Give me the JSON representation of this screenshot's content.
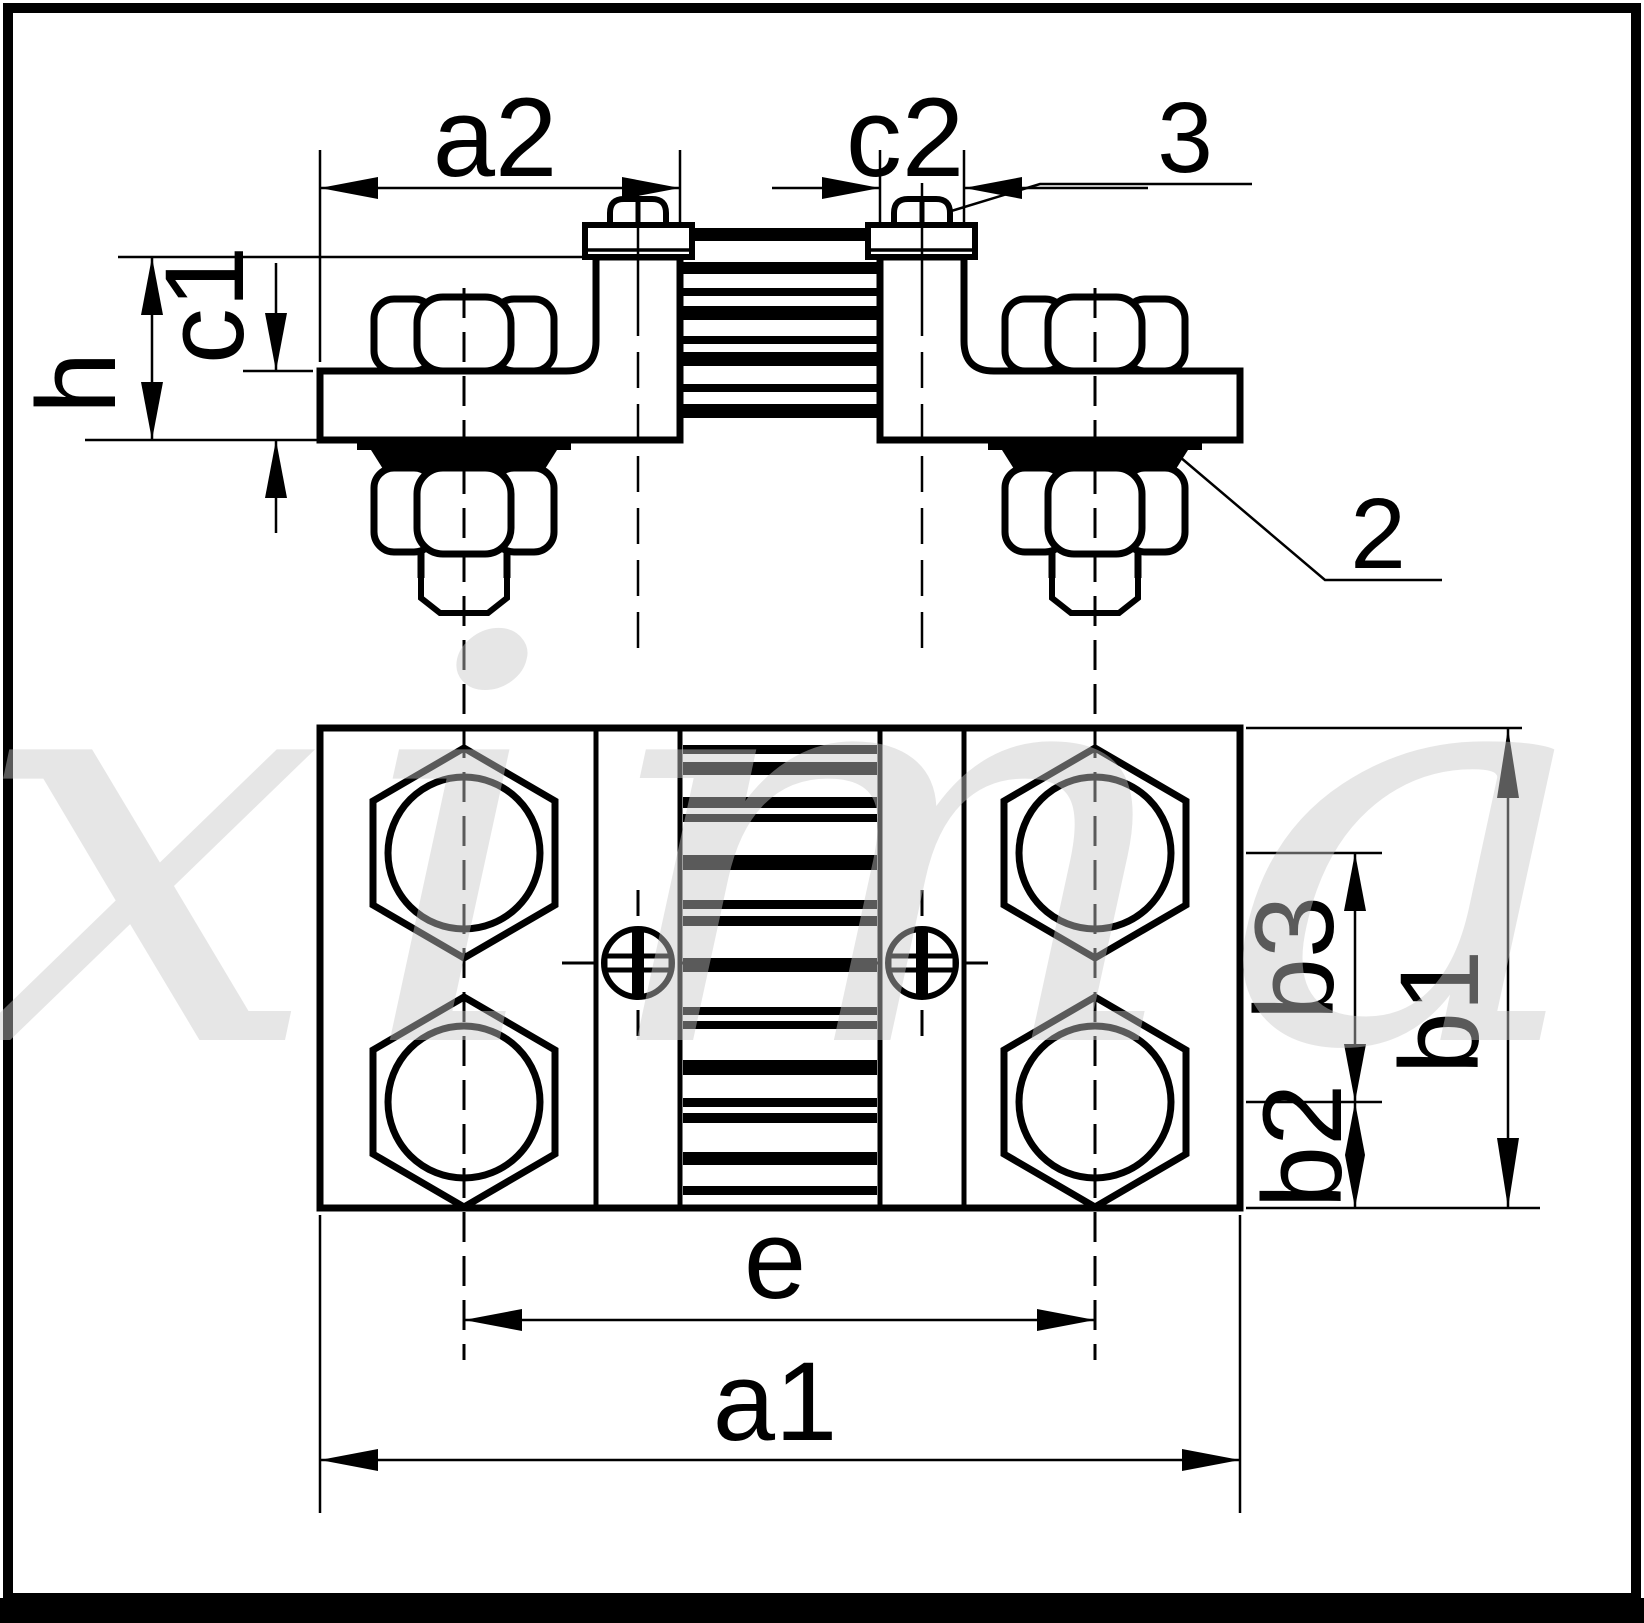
{
  "drawing": {
    "watermark_text": "xima",
    "colors": {
      "line": "#000000",
      "watermark": "#cacaca",
      "background": "#ffffff"
    },
    "side_view": {
      "dim_a2": "a2",
      "dim_c2": "c2",
      "dim_c1": "c1",
      "dim_h": "h",
      "callout_screw": "3",
      "callout_washer": "2"
    },
    "plan_view": {
      "dim_b1": "b1",
      "dim_b2": "b2",
      "dim_b3": "b3",
      "dim_e": "e",
      "dim_a1": "a1"
    }
  }
}
